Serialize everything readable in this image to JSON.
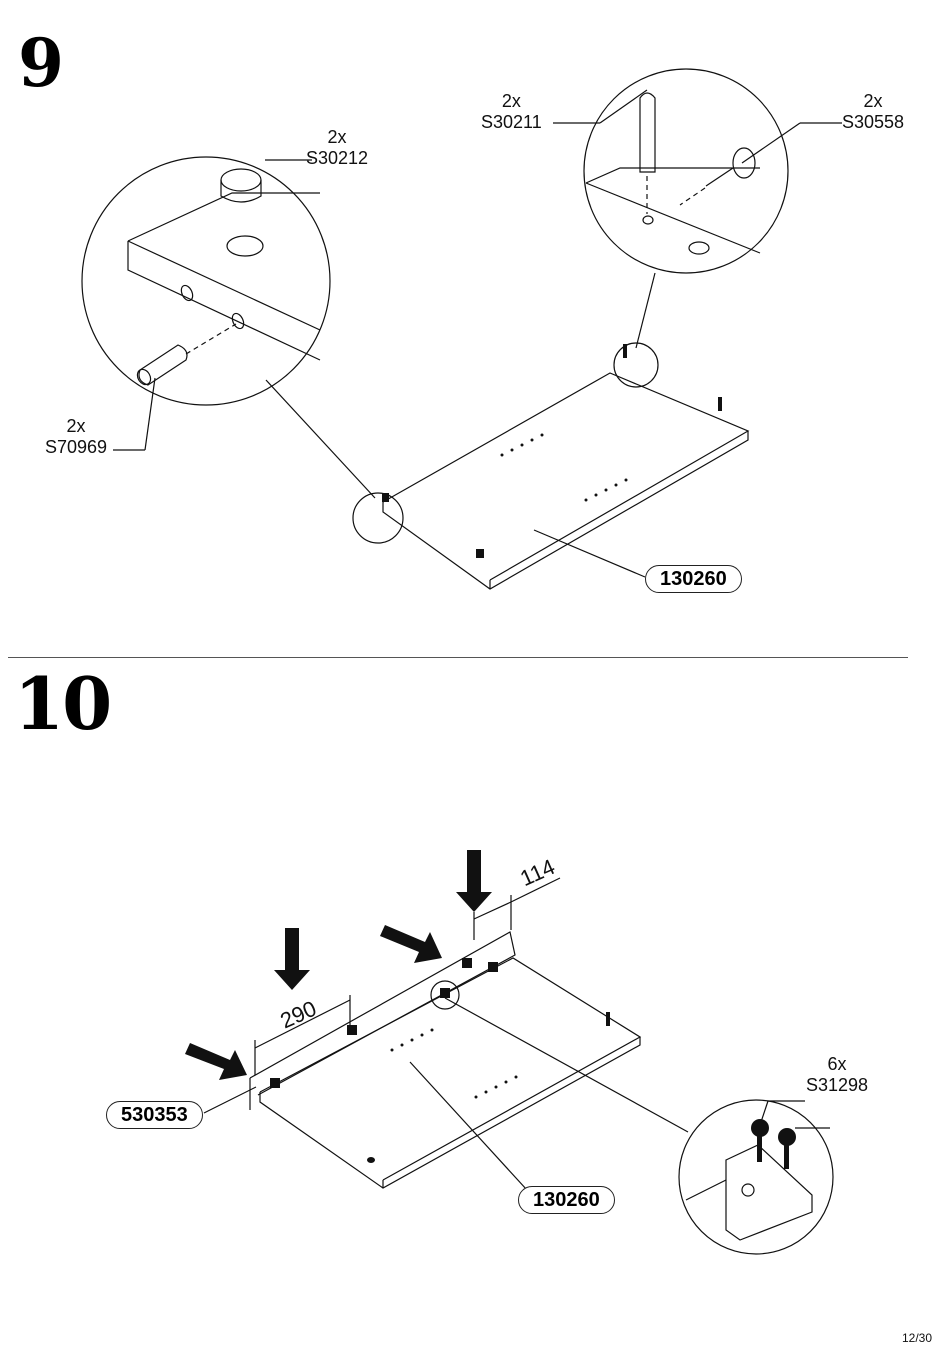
{
  "step9": {
    "number": "9",
    "callouts": [
      {
        "qty": "2x",
        "code": "S30212"
      },
      {
        "qty": "2x",
        "code": "S30211"
      },
      {
        "qty": "2x",
        "code": "S30558"
      },
      {
        "qty": "2x",
        "code": "S70969"
      }
    ],
    "panel_code": "130260"
  },
  "step10": {
    "number": "10",
    "dimensions": [
      "114",
      "290"
    ],
    "parts": [
      "530353",
      "130260"
    ],
    "callout": {
      "qty": "6x",
      "code": "S31298"
    }
  },
  "page": "12/30"
}
